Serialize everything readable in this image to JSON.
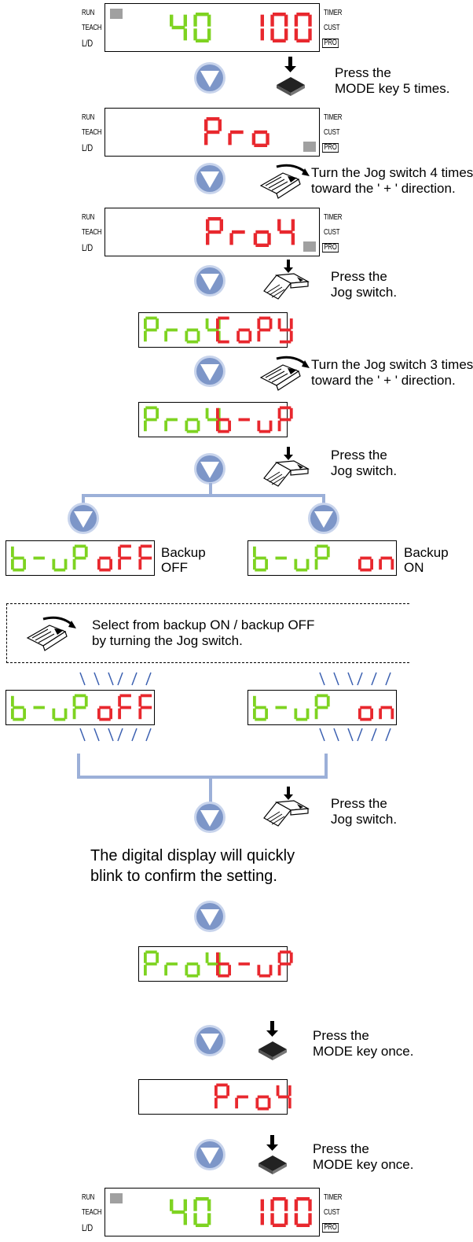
{
  "status_labels": {
    "run": "RUN",
    "teach": "TEACH",
    "ld": "L/D",
    "timer": "TIMER",
    "cust": "CUST",
    "pro": "PRO"
  },
  "displays": {
    "d1": {
      "left": "40",
      "right": "100"
    },
    "d2": {
      "right": "Pro"
    },
    "d3": {
      "right": "Pro4"
    },
    "d4": {
      "left": "Pro4",
      "right": "CoPY"
    },
    "d5": {
      "left": "Pro4",
      "right": "b-uP"
    },
    "off": {
      "left": "b-uP",
      "right": "oFF"
    },
    "on": {
      "left": "b-uP",
      "right": "on"
    },
    "d8": {
      "left": "Pro4",
      "right": "b-uP"
    },
    "d9": {
      "right": "Pro4"
    },
    "d10": {
      "left": "40",
      "right": "100"
    }
  },
  "notes": {
    "mode5": [
      "Press the",
      "MODE key 5 times."
    ],
    "jog4": [
      "Turn the Jog switch 4 times",
      "toward the ' + ' direction."
    ],
    "press_jog_1": [
      "Press the",
      "Jog switch."
    ],
    "jog3": [
      "Turn the Jog switch 3 times",
      "toward the ' + ' direction."
    ],
    "press_jog_2": [
      "Press the",
      "Jog switch."
    ],
    "backup_off": [
      "Backup",
      "OFF"
    ],
    "backup_on": [
      "Backup",
      "ON"
    ],
    "select": [
      "Select from backup ON / backup OFF",
      "by turning the Jog switch."
    ],
    "press_jog_3": [
      "Press the",
      "Jog switch."
    ],
    "blink": [
      "The digital display will quickly",
      "blink to confirm the setting."
    ],
    "mode_once_1": [
      "Press the",
      "MODE key once."
    ],
    "mode_once_2": [
      "Press the",
      "MODE key once."
    ]
  },
  "colors": {
    "red": "#e8282e",
    "green": "#7ed321",
    "arrow_fill": "#7d96c8",
    "arrow_ring": "#c8d4ec",
    "gray": "#a0a0a0",
    "connector": "#9cb0d8"
  }
}
